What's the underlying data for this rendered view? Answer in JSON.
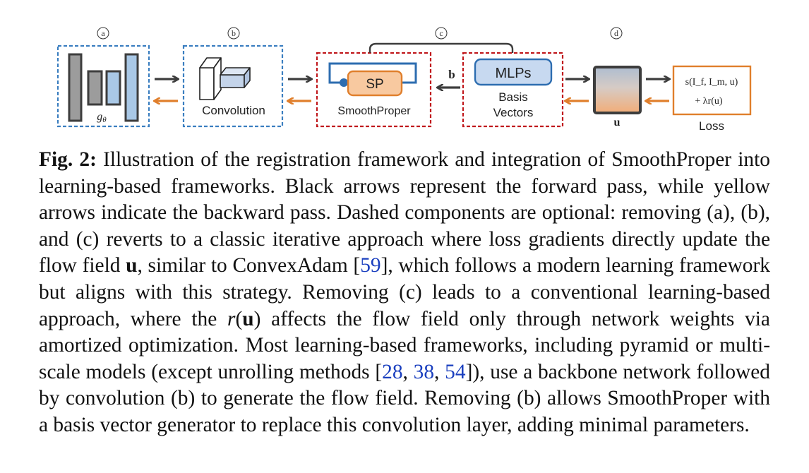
{
  "diagram": {
    "markers": {
      "a": "a",
      "b": "b",
      "c": "c",
      "d": "d"
    },
    "backbone_label": "g",
    "backbone_sub": "θ",
    "convolution_label": "Convolution",
    "sp_label": "SP",
    "smoothproper_label": "SmoothProper",
    "b_arrow_label": "b",
    "mlps_label": "MLPs",
    "basis_line1": "Basis",
    "basis_line2": "Vectors",
    "u_label": "u",
    "loss_formula1": "s(I_f, I_m, u)",
    "loss_formula2": "+ λr(u)",
    "loss_label": "Loss",
    "colors": {
      "dashed_blue": "#3a7ec0",
      "dashed_red": "#c0181c",
      "orange": "#e07f2c",
      "sp_fill": "#f8c9a0",
      "mlps_fill": "#c7d9f0",
      "dark": "#3d3d3d"
    }
  },
  "caption": {
    "fig_label": "Fig. 2:",
    "t1": " Illustration of the registration framework and integration of SmoothProper into learning-based frameworks. Black arrows represent the forward pass, while yellow arrows indicate the backward pass. Dashed components are optional: removing (a), (b), and (c) reverts to a classic iterative approach where loss gradients directly update the flow field ",
    "u1": "u",
    "t2": ", similar to ConvexAdam [",
    "r59": "59",
    "t3": "], which follows a modern learning framework but aligns with this strategy. Removing (c) leads to a conventional learning-based approach, where the ",
    "r_sym": "r",
    "t4": "(",
    "u2": "u",
    "t5": ") affects the flow field only through network weights via amortized optimization. Most learning-based frameworks, including pyramid or multi-scale models (except unrolling methods [",
    "r28": "28",
    "c1": ", ",
    "r38": "38",
    "c2": ", ",
    "r54": "54",
    "t6": "]), use a backbone network followed by convolution (b) to generate the flow field. Removing (b) allows SmoothProper with a basis vector generator to replace this convolution layer, adding minimal parameters."
  }
}
